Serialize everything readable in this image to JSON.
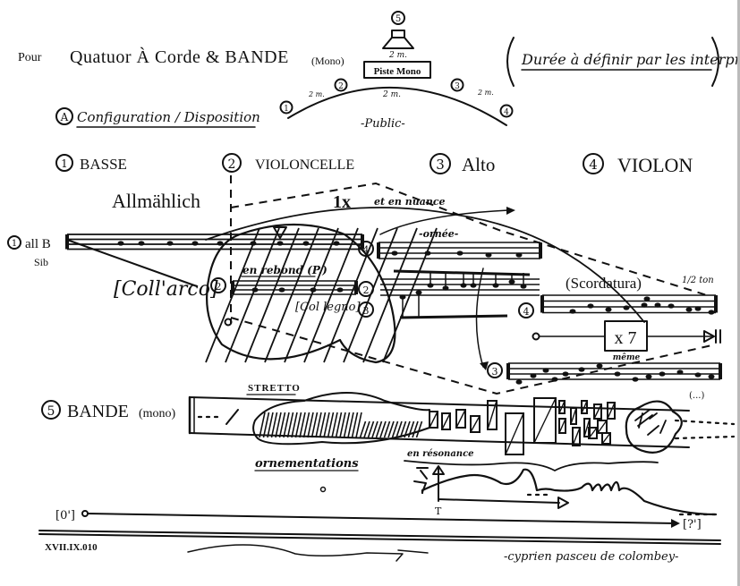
{
  "header": {
    "pour": "Pour",
    "title": "Quatuor À Corde & BANDE",
    "title_suffix": "(Mono)",
    "duration_note": "Durée à définir par les interprètes"
  },
  "configuration": {
    "section_marker": "A",
    "label": "Configuration / Disposition",
    "speaker_number": "5",
    "speaker_distance": "2 m.",
    "track_label": "Piste Mono",
    "arc_distance": "2 m.",
    "positions": [
      {
        "number": "1",
        "distance": "2 m."
      },
      {
        "number": "2",
        "distance": ""
      },
      {
        "number": "3",
        "distance": "2 m."
      },
      {
        "number": "4",
        "distance": ""
      }
    ],
    "audience_label": "-Public-"
  },
  "instruments": [
    {
      "number": "1",
      "name": "BASSE"
    },
    {
      "number": "2",
      "name": "VIOLONCELLE"
    },
    {
      "number": "3",
      "name": "Alto"
    },
    {
      "number": "4",
      "name": "VIOLON"
    }
  ],
  "annotations": {
    "allmahlich": "Allmählich",
    "repeat": "1x",
    "repeat_note": "et en nuance",
    "bass_label": "① all B",
    "bass_tuning": "Sib",
    "coll_arco": "[Coll'arco]",
    "en_rebond": "en rebond (P.)",
    "col_legno": "[Col legno]",
    "ornee": "-ornée-",
    "scordatura": "(Scordatura)",
    "scordatura_interval": "1/2 ton",
    "repeat_box": "x 7",
    "repeat_box_note": "même",
    "ellipsis": "(...)",
    "stretto": "STRETTO",
    "ornementations": "ornementations",
    "en_resonance": "en résonance",
    "envelope_axis": "T"
  },
  "staff_markers": {
    "violin_top": "4",
    "cello_left": "2",
    "cello_right": "2",
    "alto_right": "3",
    "violin_right": "4",
    "alto_bottom": "3"
  },
  "bande": {
    "number": "5",
    "label": "BANDE",
    "suffix": "(mono)"
  },
  "timeline": {
    "start": "[0']",
    "end": "[?']"
  },
  "footer": {
    "date": "XVII.IX.010",
    "signature": "-cyprien pasceu de colombey-"
  }
}
